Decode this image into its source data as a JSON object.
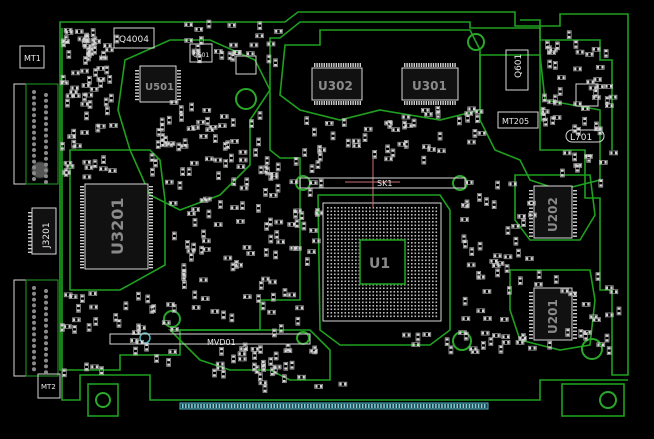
{
  "labels": {
    "q4004": "Q4004",
    "mt1": "MT1",
    "u501": "U501",
    "q501": "Q501",
    "u302": "U302",
    "u301": "U301",
    "q601": "Q601",
    "mt205": "MT205",
    "l701": "L701",
    "sk1": "SK1",
    "u3201": "U3201",
    "j3201": "J3201",
    "u1": "U1",
    "u202": "U202",
    "u201": "U201",
    "mvd01": "MVD01",
    "mt2": "MT2"
  },
  "colors": {
    "board": "#000000",
    "outline": "#1fa01f",
    "silkscreen": "#d8d8d8",
    "connector": "#4fb8c8",
    "crosshair": "#c87070"
  }
}
